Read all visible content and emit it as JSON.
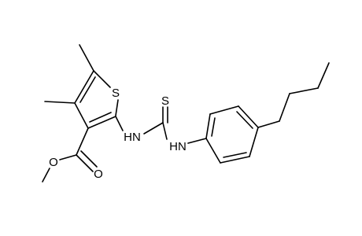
{
  "atoms": [
    {
      "label": "S",
      "name": "atom-sulfur-thiophene"
    },
    {
      "label": "HN",
      "name": "atom-nh-thiophene-side"
    },
    {
      "label": "S",
      "name": "atom-sulfur-thiocarbonyl"
    },
    {
      "label": "HN",
      "name": "atom-nh-phenyl-side"
    },
    {
      "label": "O",
      "name": "atom-oxygen-methoxy"
    },
    {
      "label": "O",
      "name": "atom-oxygen-carbonyl"
    }
  ],
  "colors": {
    "bond": "#000000",
    "label": "#000000",
    "background": "#ffffff"
  }
}
